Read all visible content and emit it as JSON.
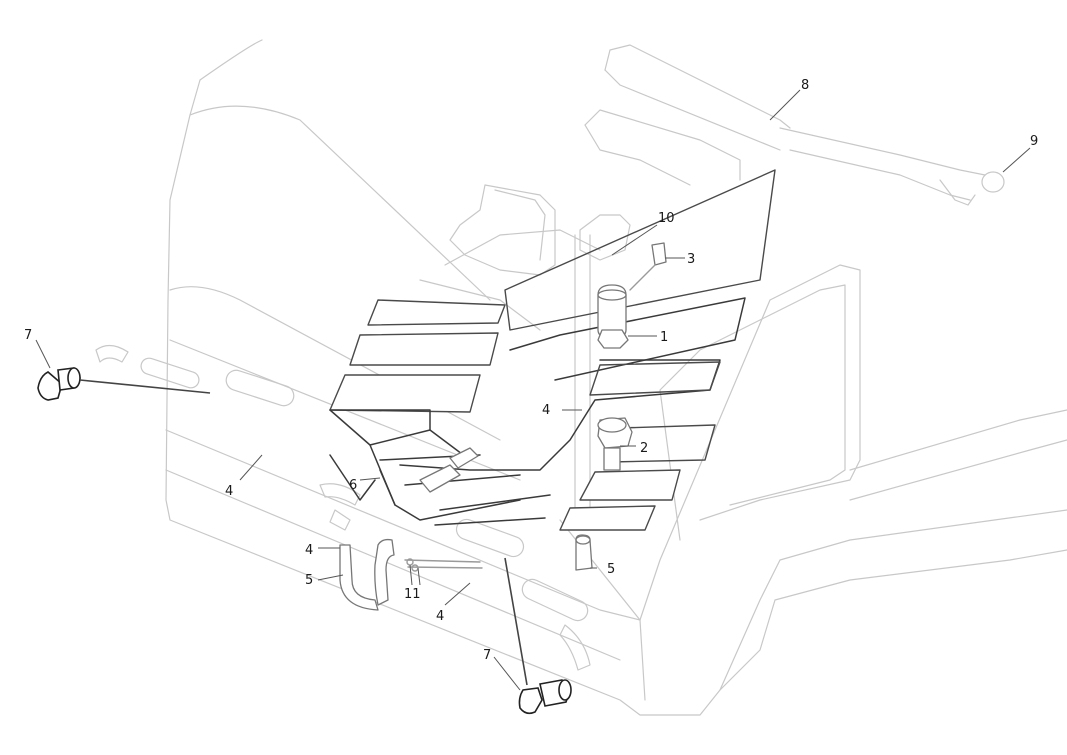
{
  "callouts": {
    "c1": "1",
    "c2": "2",
    "c3": "3",
    "c4a": "4",
    "c4b": "4",
    "c4c": "4",
    "c4d": "4",
    "c5a": "5",
    "c5b": "5",
    "c6": "6",
    "c7a": "7",
    "c7b": "7",
    "c8": "8",
    "c9": "9",
    "c10": "10",
    "c11": "11"
  }
}
